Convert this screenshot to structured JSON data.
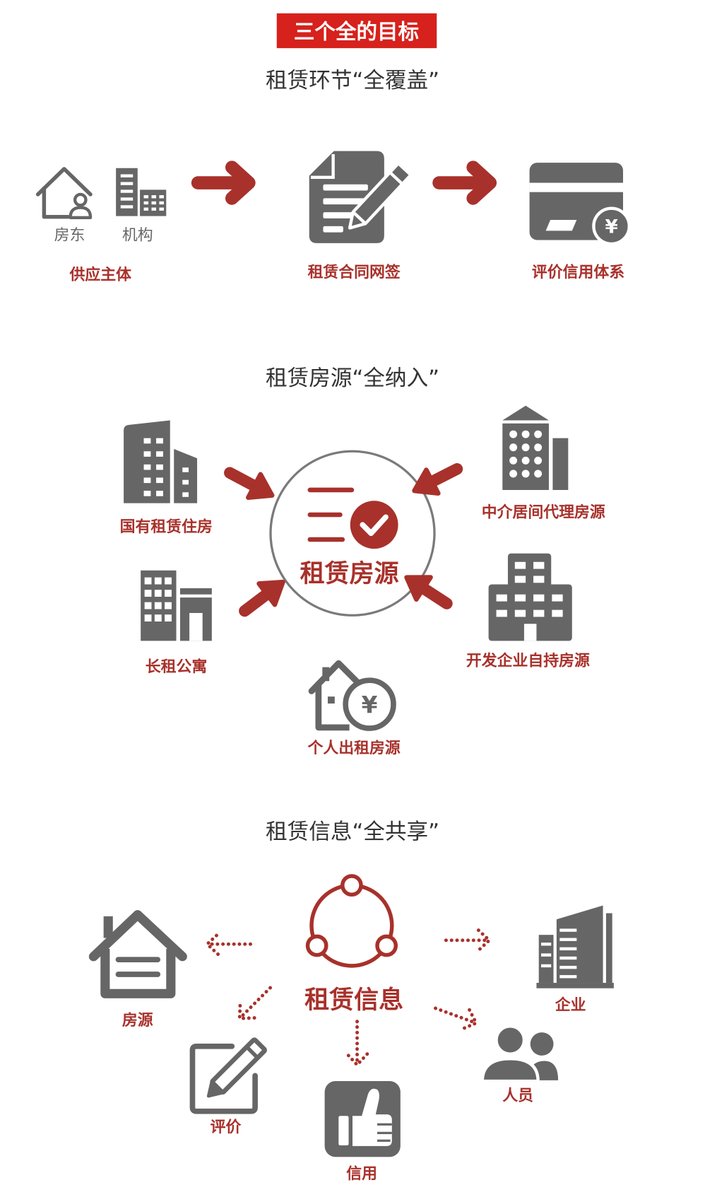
{
  "badge": {
    "text": "三个全的目标"
  },
  "colors": {
    "badge_red": "#d7211c",
    "accent_red": "#a8312b",
    "icon_gray": "#666666",
    "text_dark": "#333333",
    "circle_gray": "#7a7a7a"
  },
  "section1": {
    "title": "租赁环节“全覆盖”",
    "supply": {
      "landlord": "房东",
      "institution": "机构",
      "label": "供应主体"
    },
    "contract": {
      "label": "租赁合同网签"
    },
    "credit": {
      "label": "评价信用体系",
      "coin_symbol": "¥"
    }
  },
  "section2": {
    "title": "租赁房源“全纳入”",
    "center_label": "租赁房源",
    "sources": {
      "state_owned": "国有租赁住房",
      "agency": "中介居间代理房源",
      "long_term_apartment": "长租公寓",
      "developer_held": "开发企业自持房源",
      "individual": "个人出租房源"
    },
    "coin_symbol": "¥"
  },
  "section3": {
    "title": "租赁信息“全共享”",
    "center_label": "租赁信息",
    "targets": {
      "housing": "房源",
      "evaluation": "评价",
      "credit": "信用",
      "enterprise": "企业",
      "personnel": "人员"
    }
  },
  "icons": {
    "landlord": "house-person-icon",
    "institution": "office-building-icon",
    "contract": "document-pencil-icon",
    "credit_system": "credit-card-yen-icon",
    "center_source": "list-check-icon",
    "state_owned": "building-icon",
    "agency": "tower-icon",
    "long_term_apartment": "apartment-icon",
    "developer_held": "stepped-building-icon",
    "individual": "house-yen-icon",
    "center_info": "share-network-icon",
    "housing": "house-icon",
    "evaluation": "edit-icon",
    "credit": "thumbs-up-icon",
    "enterprise": "enterprise-building-icon",
    "personnel": "people-icon"
  }
}
